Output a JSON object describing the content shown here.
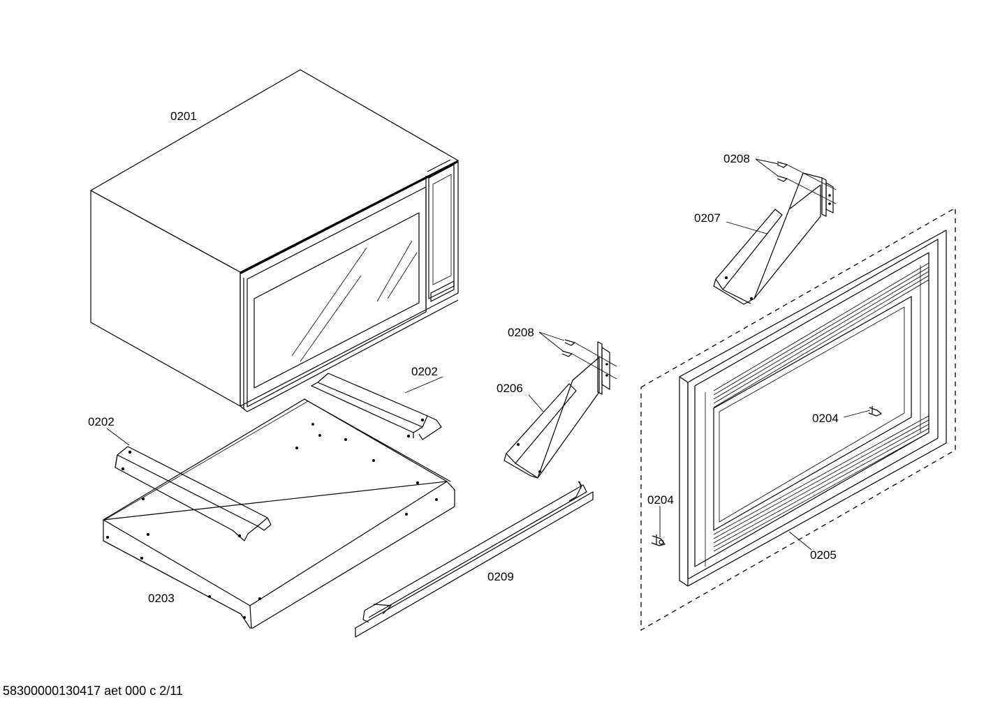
{
  "parts": {
    "p0201": "0201",
    "p0202_right": "0202",
    "p0202_left": "0202",
    "p0203": "0203",
    "p0204_right": "0204",
    "p0204_left": "0204",
    "p0205": "0205",
    "p0206": "0206",
    "p0207": "0207",
    "p0208_top": "0208",
    "p0208_mid": "0208",
    "p0209": "0209"
  },
  "footer": {
    "doc_id": "58300000130417 aet 000 c 2/11"
  }
}
